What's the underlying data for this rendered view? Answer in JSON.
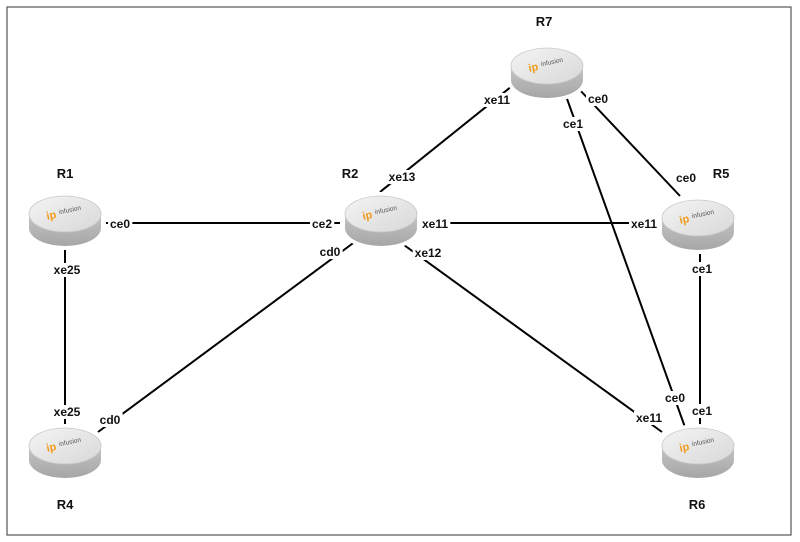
{
  "routers": [
    {
      "id": "R1",
      "label": "R1",
      "brand_ip": "ip",
      "brand_text": "infusion"
    },
    {
      "id": "R2",
      "label": "R2",
      "brand_ip": "ip",
      "brand_text": "infusion"
    },
    {
      "id": "R4",
      "label": "R4",
      "brand_ip": "ip",
      "brand_text": "infusion"
    },
    {
      "id": "R5",
      "label": "R5",
      "brand_ip": "ip",
      "brand_text": "infusion"
    },
    {
      "id": "R6",
      "label": "R6",
      "brand_ip": "ip",
      "brand_text": "infusion"
    },
    {
      "id": "R7",
      "label": "R7",
      "brand_ip": "ip",
      "brand_text": "infusion"
    }
  ],
  "links": [
    {
      "id": "r1-r2",
      "a": "R1",
      "a_port": "ce0",
      "b": "R2",
      "b_port": "ce2"
    },
    {
      "id": "r1-r4",
      "a": "R1",
      "a_port": "xe25",
      "b": "R4",
      "b_port": "xe25"
    },
    {
      "id": "r4-r2",
      "a": "R4",
      "a_port": "cd0",
      "b": "R2",
      "b_port": "cd0"
    },
    {
      "id": "r2-r7",
      "a": "R2",
      "a_port": "xe13",
      "b": "R7",
      "b_port": "xe11"
    },
    {
      "id": "r2-r5",
      "a": "R2",
      "a_port": "xe11",
      "b": "R5",
      "b_port": "xe11"
    },
    {
      "id": "r2-r6",
      "a": "R2",
      "a_port": "xe12",
      "b": "R6",
      "b_port": "xe11"
    },
    {
      "id": "r7-r5",
      "a": "R7",
      "a_port": "ce0",
      "b": "R5",
      "b_port": "ce0"
    },
    {
      "id": "r7-r6",
      "a": "R7",
      "a_port": "ce1",
      "b": "R6",
      "b_port": "ce0"
    },
    {
      "id": "r5-r6",
      "a": "R5",
      "a_port": "ce1",
      "b": "R6",
      "b_port": "ce1"
    }
  ],
  "colors": {
    "link": "#000000",
    "router_top": "#e6e6e6",
    "router_side": "#bdbdbd",
    "brand_ip": "#f09a1a"
  }
}
